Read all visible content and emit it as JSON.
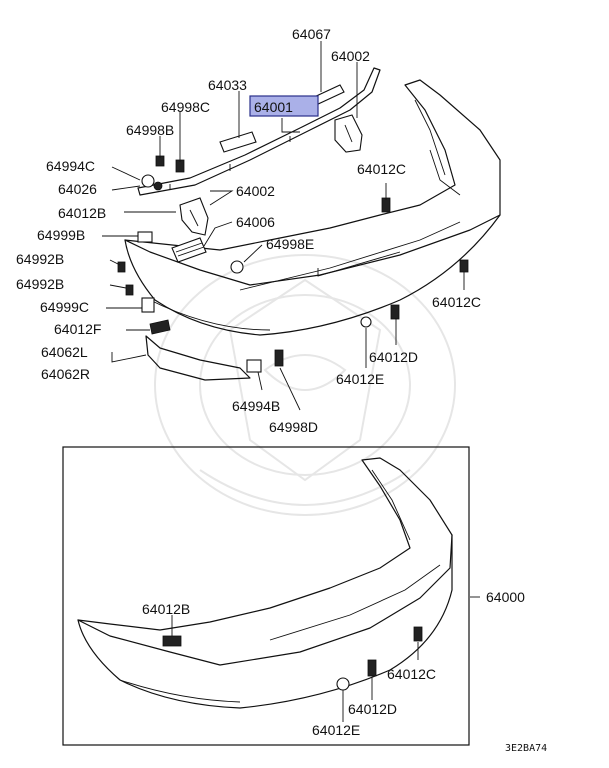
{
  "diagram": {
    "ref_code": "3E2BA74",
    "highlighted_part": "64001",
    "labels": {
      "p64067": "64067",
      "p64002_top": "64002",
      "p64033": "64033",
      "p64001": "64001",
      "p64998C": "64998C",
      "p64998B": "64998B",
      "p64994C": "64994C",
      "p64026": "64026",
      "p64002_mid": "64002",
      "p64012B_top": "64012B",
      "p64006": "64006",
      "p64999B": "64999B",
      "p64998E": "64998E",
      "p64992B_a": "64992B",
      "p64992B_b": "64992B",
      "p64999C": "64999C",
      "p64012C_top": "64012C",
      "p64012C_right": "64012C",
      "p64012F": "64012F",
      "p64062L": "64062L",
      "p64062R": "64062R",
      "p64012D_top": "64012D",
      "p64012E_top": "64012E",
      "p64994B": "64994B",
      "p64998D": "64998D",
      "p64000": "64000",
      "p64012B_box": "64012B",
      "p64012C_box": "64012C",
      "p64012D_box": "64012D",
      "p64012E_box": "64012E"
    },
    "highlight_color": "#aab0e8"
  }
}
